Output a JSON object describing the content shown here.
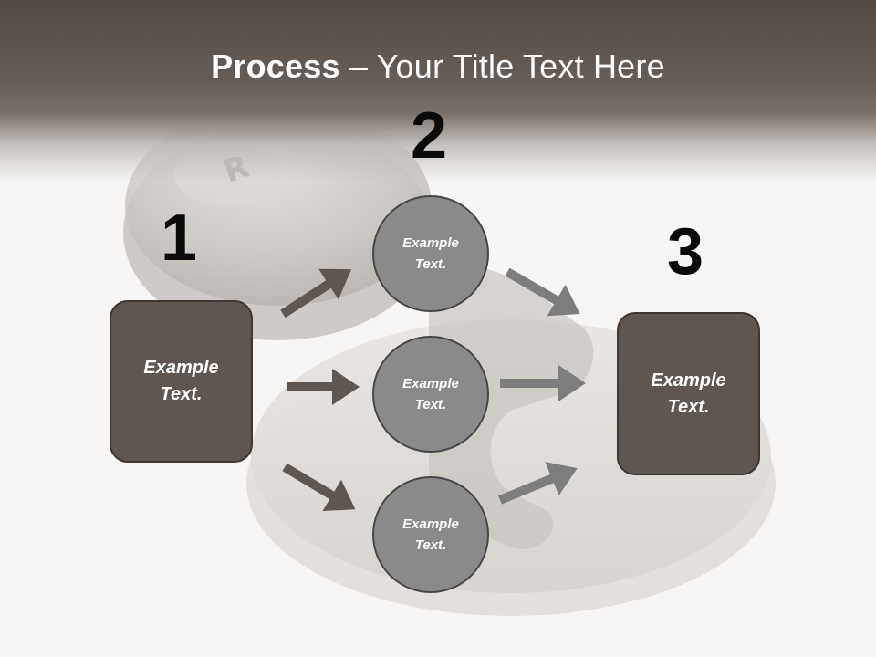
{
  "title": {
    "bold": "Process",
    "rest": " – Your Title Text Here"
  },
  "steps": [
    {
      "number": "1",
      "label": "Example Text."
    },
    {
      "number": "2",
      "items": [
        "Example Text.",
        "Example Text.",
        "Example Text."
      ]
    },
    {
      "number": "3",
      "label": "Example Text."
    }
  ],
  "colors": {
    "header": "#5a514b",
    "box": "#5f5650",
    "circle": "#8a8a8a",
    "arrow_left": "#5f5650",
    "arrow_right": "#7d7d7d"
  }
}
